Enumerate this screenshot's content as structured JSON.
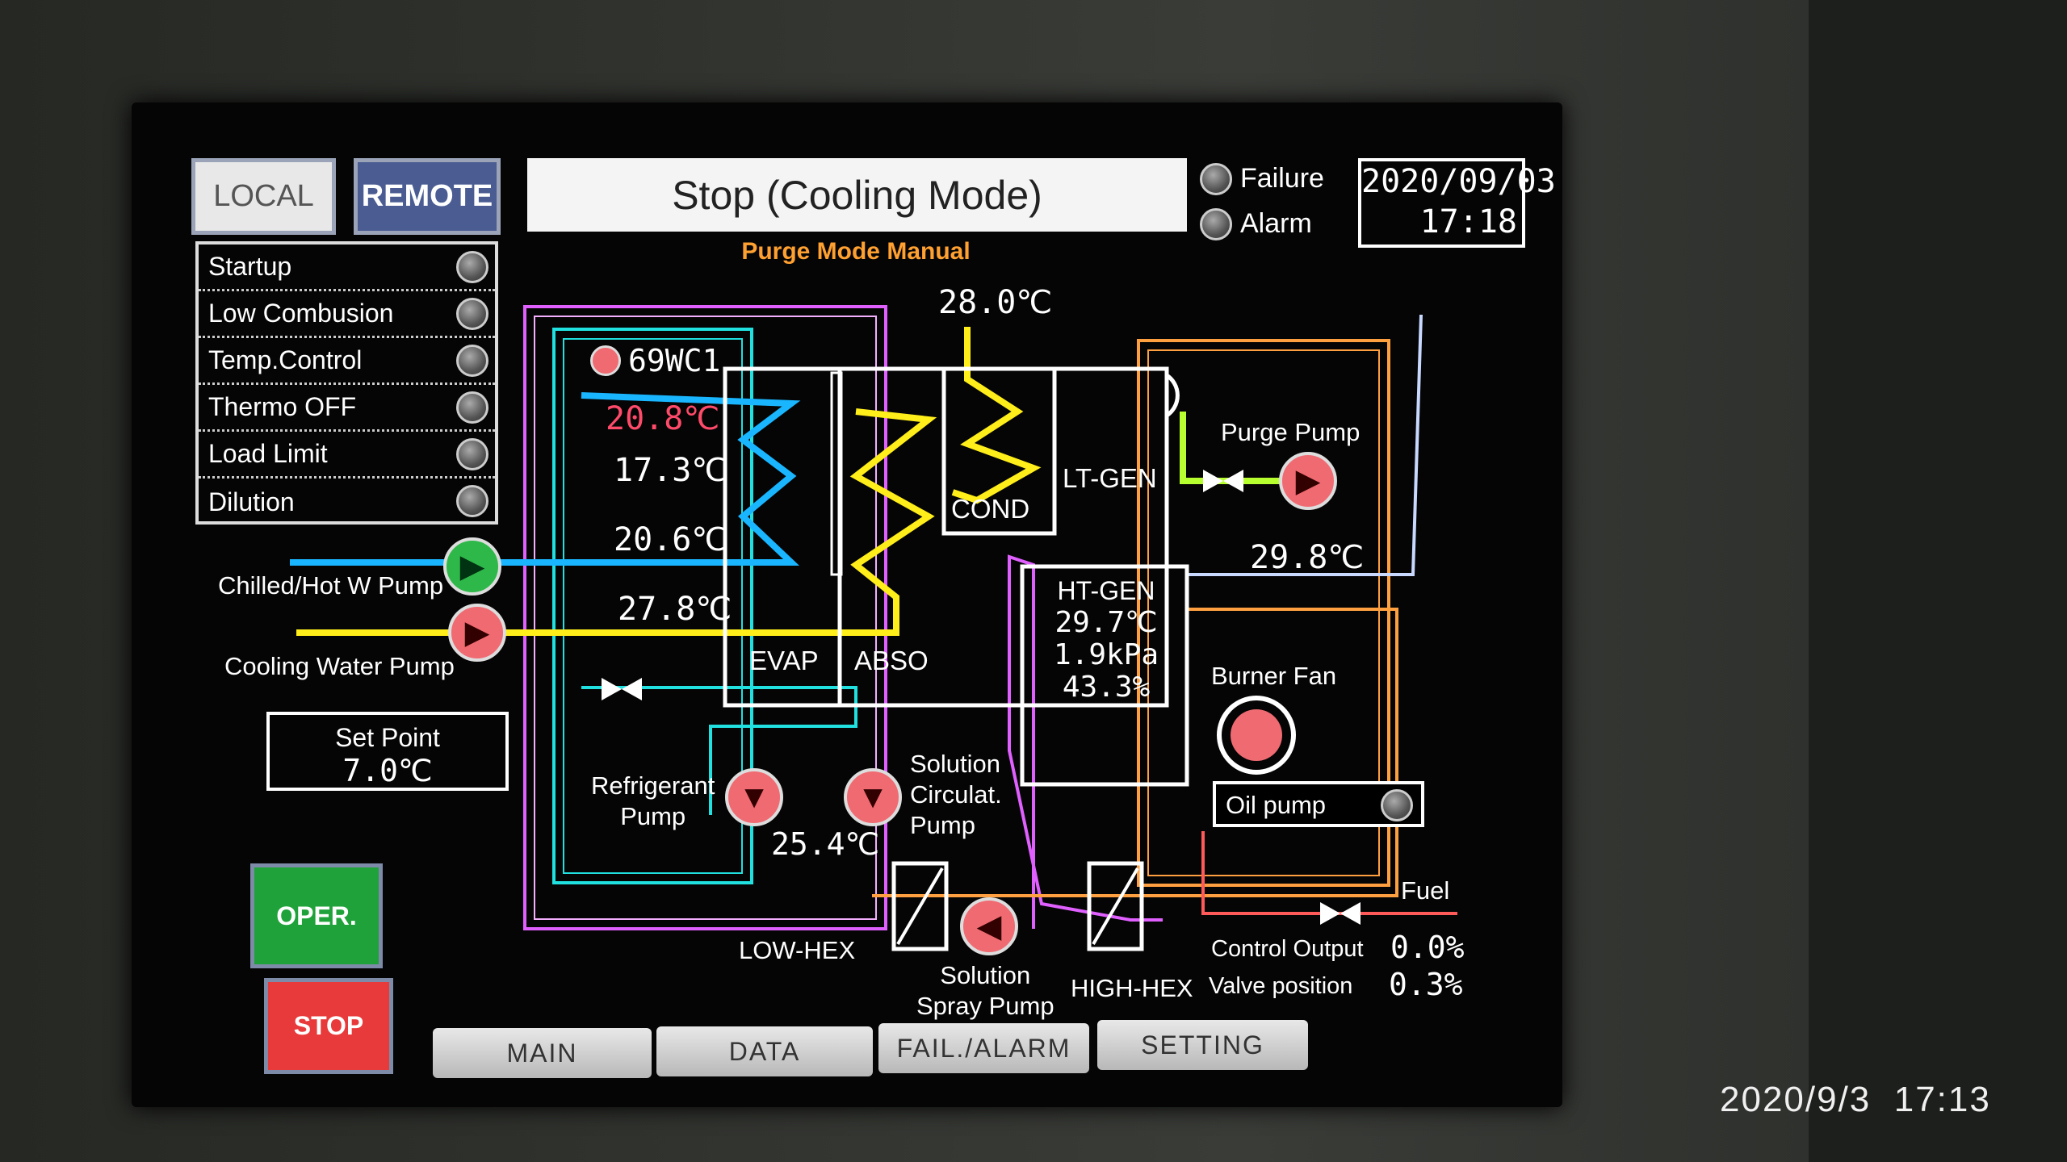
{
  "header": {
    "local_label": "LOCAL",
    "remote_label": "REMOTE",
    "status_title": "Stop (Cooling Mode)",
    "purge_mode": "Purge Mode Manual",
    "failure_label": "Failure",
    "alarm_label": "Alarm",
    "date": "2020/09/03",
    "time": "17:18"
  },
  "status_list": [
    {
      "label": "Startup"
    },
    {
      "label": "Low Combusion"
    },
    {
      "label": "Temp.Control"
    },
    {
      "label": "Thermo OFF"
    },
    {
      "label": "Load Limit"
    },
    {
      "label": "Dilution"
    }
  ],
  "pumps": {
    "chilled": "Chilled/Hot W Pump",
    "cooling": "Cooling Water Pump",
    "refrigerant": [
      "Refrigerant",
      "Pump"
    ],
    "solution_circ": [
      "Solution",
      "Circulat.",
      "Pump"
    ],
    "spray": [
      "Solution",
      "Spray Pump"
    ],
    "purge": "Purge Pump",
    "burner_fan": "Burner Fan",
    "oil_pump": "Oil pump"
  },
  "set_point": {
    "label": "Set Point",
    "value": "7.0℃"
  },
  "controls": {
    "oper": "OPER.",
    "stop": "STOP"
  },
  "diagram": {
    "sensor": "69WC1",
    "t_chilled_out": "20.8℃",
    "t_17": "17.3℃",
    "t_chilled_in": "20.6℃",
    "t_cooling_in": "27.8℃",
    "t_cond": "28.0℃",
    "t_254": "25.4℃",
    "t_298": "29.8℃",
    "evap": "EVAP",
    "abso": "ABSO",
    "cond": "COND",
    "ltgen": "LT-GEN",
    "htgen": {
      "label": "HT-GEN",
      "temp": "29.7℃",
      "pressure": "1.9kPa",
      "percent": "43.3%"
    },
    "lowhex": "LOW-HEX",
    "highhex": "HIGH-HEX",
    "fuel": "Fuel",
    "control_output_label": "Control Output",
    "control_output": "0.0%",
    "valve_position_label": "Valve position",
    "valve_position": "0.3%"
  },
  "tabs": [
    {
      "label": "MAIN"
    },
    {
      "label": "DATA"
    },
    {
      "label": "FAIL./ALARM"
    },
    {
      "label": "SETTING"
    }
  ],
  "photo_timestamp": "2020/9/3  17:13",
  "colors": {
    "chilled": "#19b6ff",
    "cooling": "#ffee1a",
    "refrigerant": "#20e0e0",
    "solution": "#e060ff",
    "fuel": "#ff5a5a",
    "hot": "#ffa040"
  }
}
